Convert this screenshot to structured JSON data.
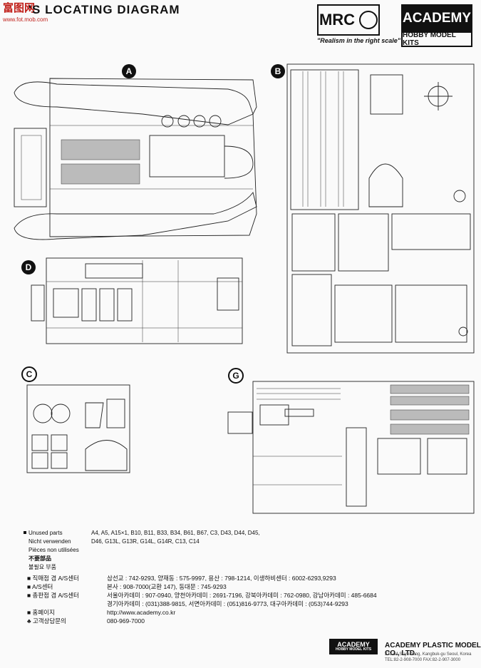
{
  "header": {
    "watermark": "富图网",
    "watermark_sub": "www.fot.mob.com",
    "title": "'S LOCATING DIAGRAM",
    "brand_mrc": "MRC",
    "brand_academy": "ACADEMY",
    "brand_hobby": "HOBBY MODEL KITS",
    "tagline": "\"Realism in the right scale\""
  },
  "sprues": {
    "a": "A",
    "b": "B",
    "c": "C",
    "d": "D",
    "g": "G"
  },
  "unused": {
    "labels": [
      "Unused parts",
      "Nicht verwenden",
      "Pièces non utilisées",
      "不要部品",
      "불필요 부품"
    ],
    "list": "A4, A5, A15×1, B10, B11, B33, B34, B61, B67, C3, D43, D44, D45, D46, G13L, G13R, G14L, G14R, C13, C14"
  },
  "contact": {
    "labels": [
      "직매점 겸 A/S센터",
      "A/S센터",
      "총판점 겸 A/S센터",
      "",
      "홈페이지",
      "고객상담문의"
    ],
    "values": [
      "삼선교 : 742-9293, 양재동 : 575-9997, 용산 : 798-1214, 이생하비센터 : 6002-6293,9293",
      "본사 : 908-7000(교환 147), 동대문 : 745-9293",
      "서울아카데미 : 907-0940, 양천아카데미 : 2691-7196, 강북아카데미 : 762-0980, 강남아카데미 : 485-6684",
      "경기아카데미 : (031)388-9815, 서면아카데미 : (051)816-9773, 대구아카데미 : (053)744-9293",
      "http://www.academy.co.kr",
      "080-969-7000"
    ]
  },
  "footer": {
    "logo": "ACADEMY",
    "logo_sub": "HOBBY MODEL KITS",
    "company": "ACADEMY PLASTIC MODEL CO., LTD.",
    "address": "273-64 Suyu-dong, Kangbuk-gu Seoul, Korea",
    "tel": "TEL:82-2-908-7000 FAX:82-2-907-3000"
  }
}
